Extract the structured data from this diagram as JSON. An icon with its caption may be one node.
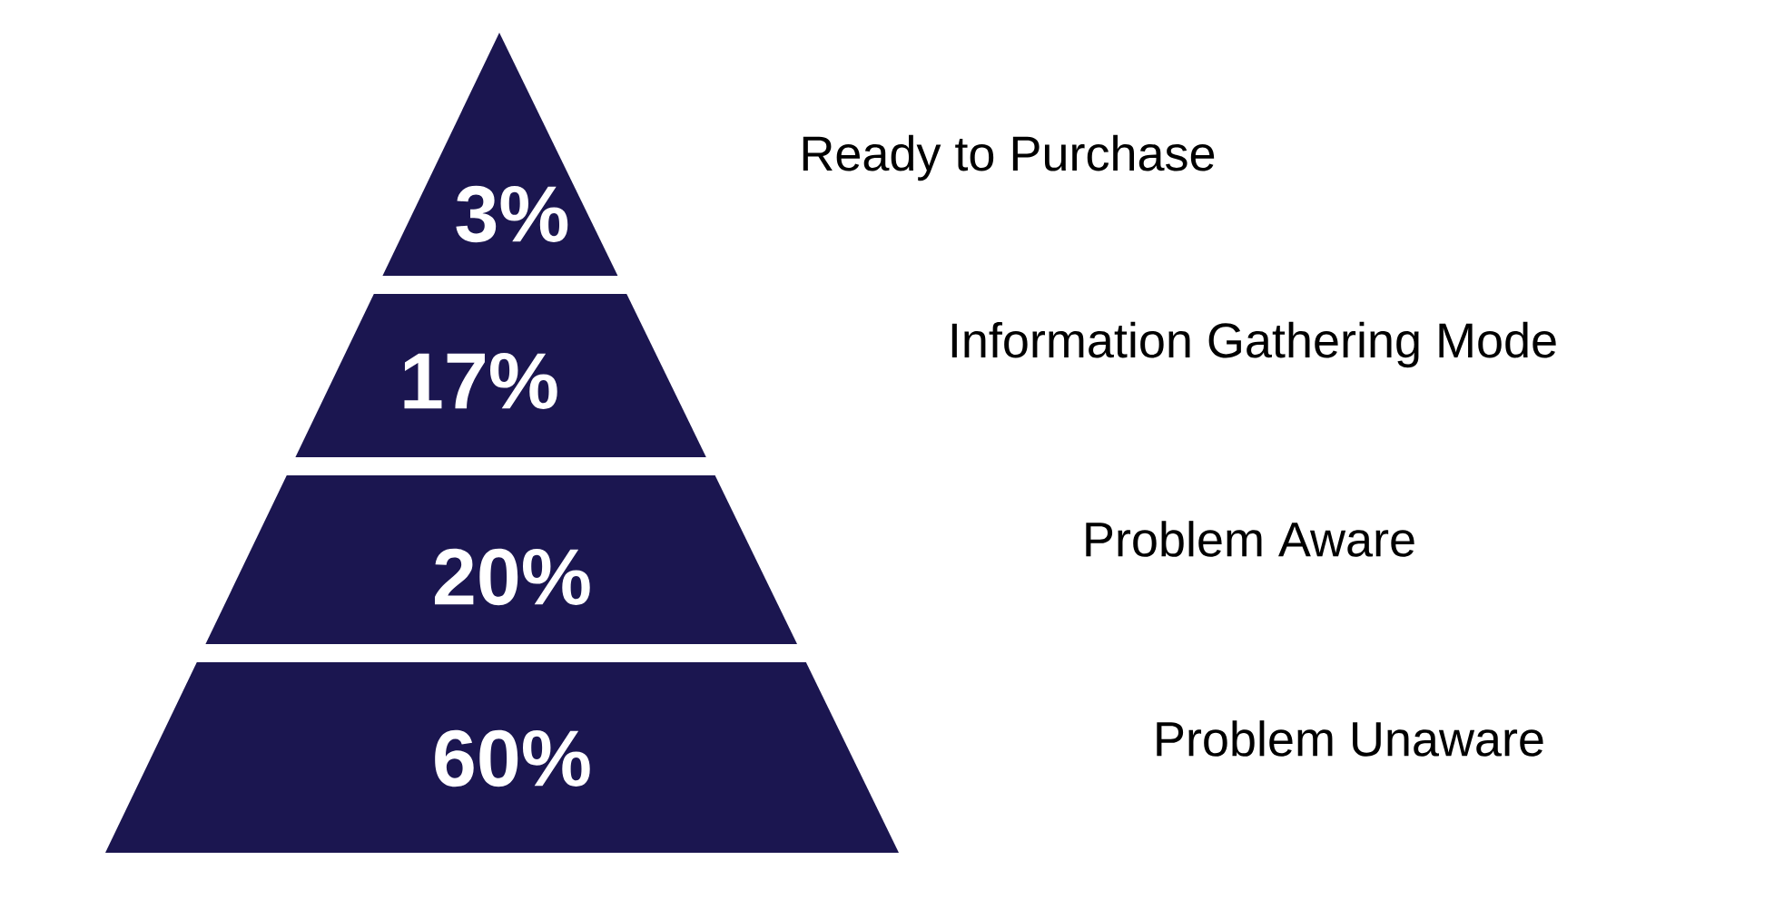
{
  "diagram": {
    "nodes": [
      {
        "text": [
          "3%"
        ]
      },
      {
        "text": [
          "17%"
        ]
      },
      {
        "text": [
          "20%"
        ]
      },
      {
        "text": [
          "60%"
        ]
      }
    ],
    "labels": [
      "Ready to Purchase",
      "Information Gathering Mode",
      "Problem Aware",
      "Problem Unaware"
    ]
  }
}
